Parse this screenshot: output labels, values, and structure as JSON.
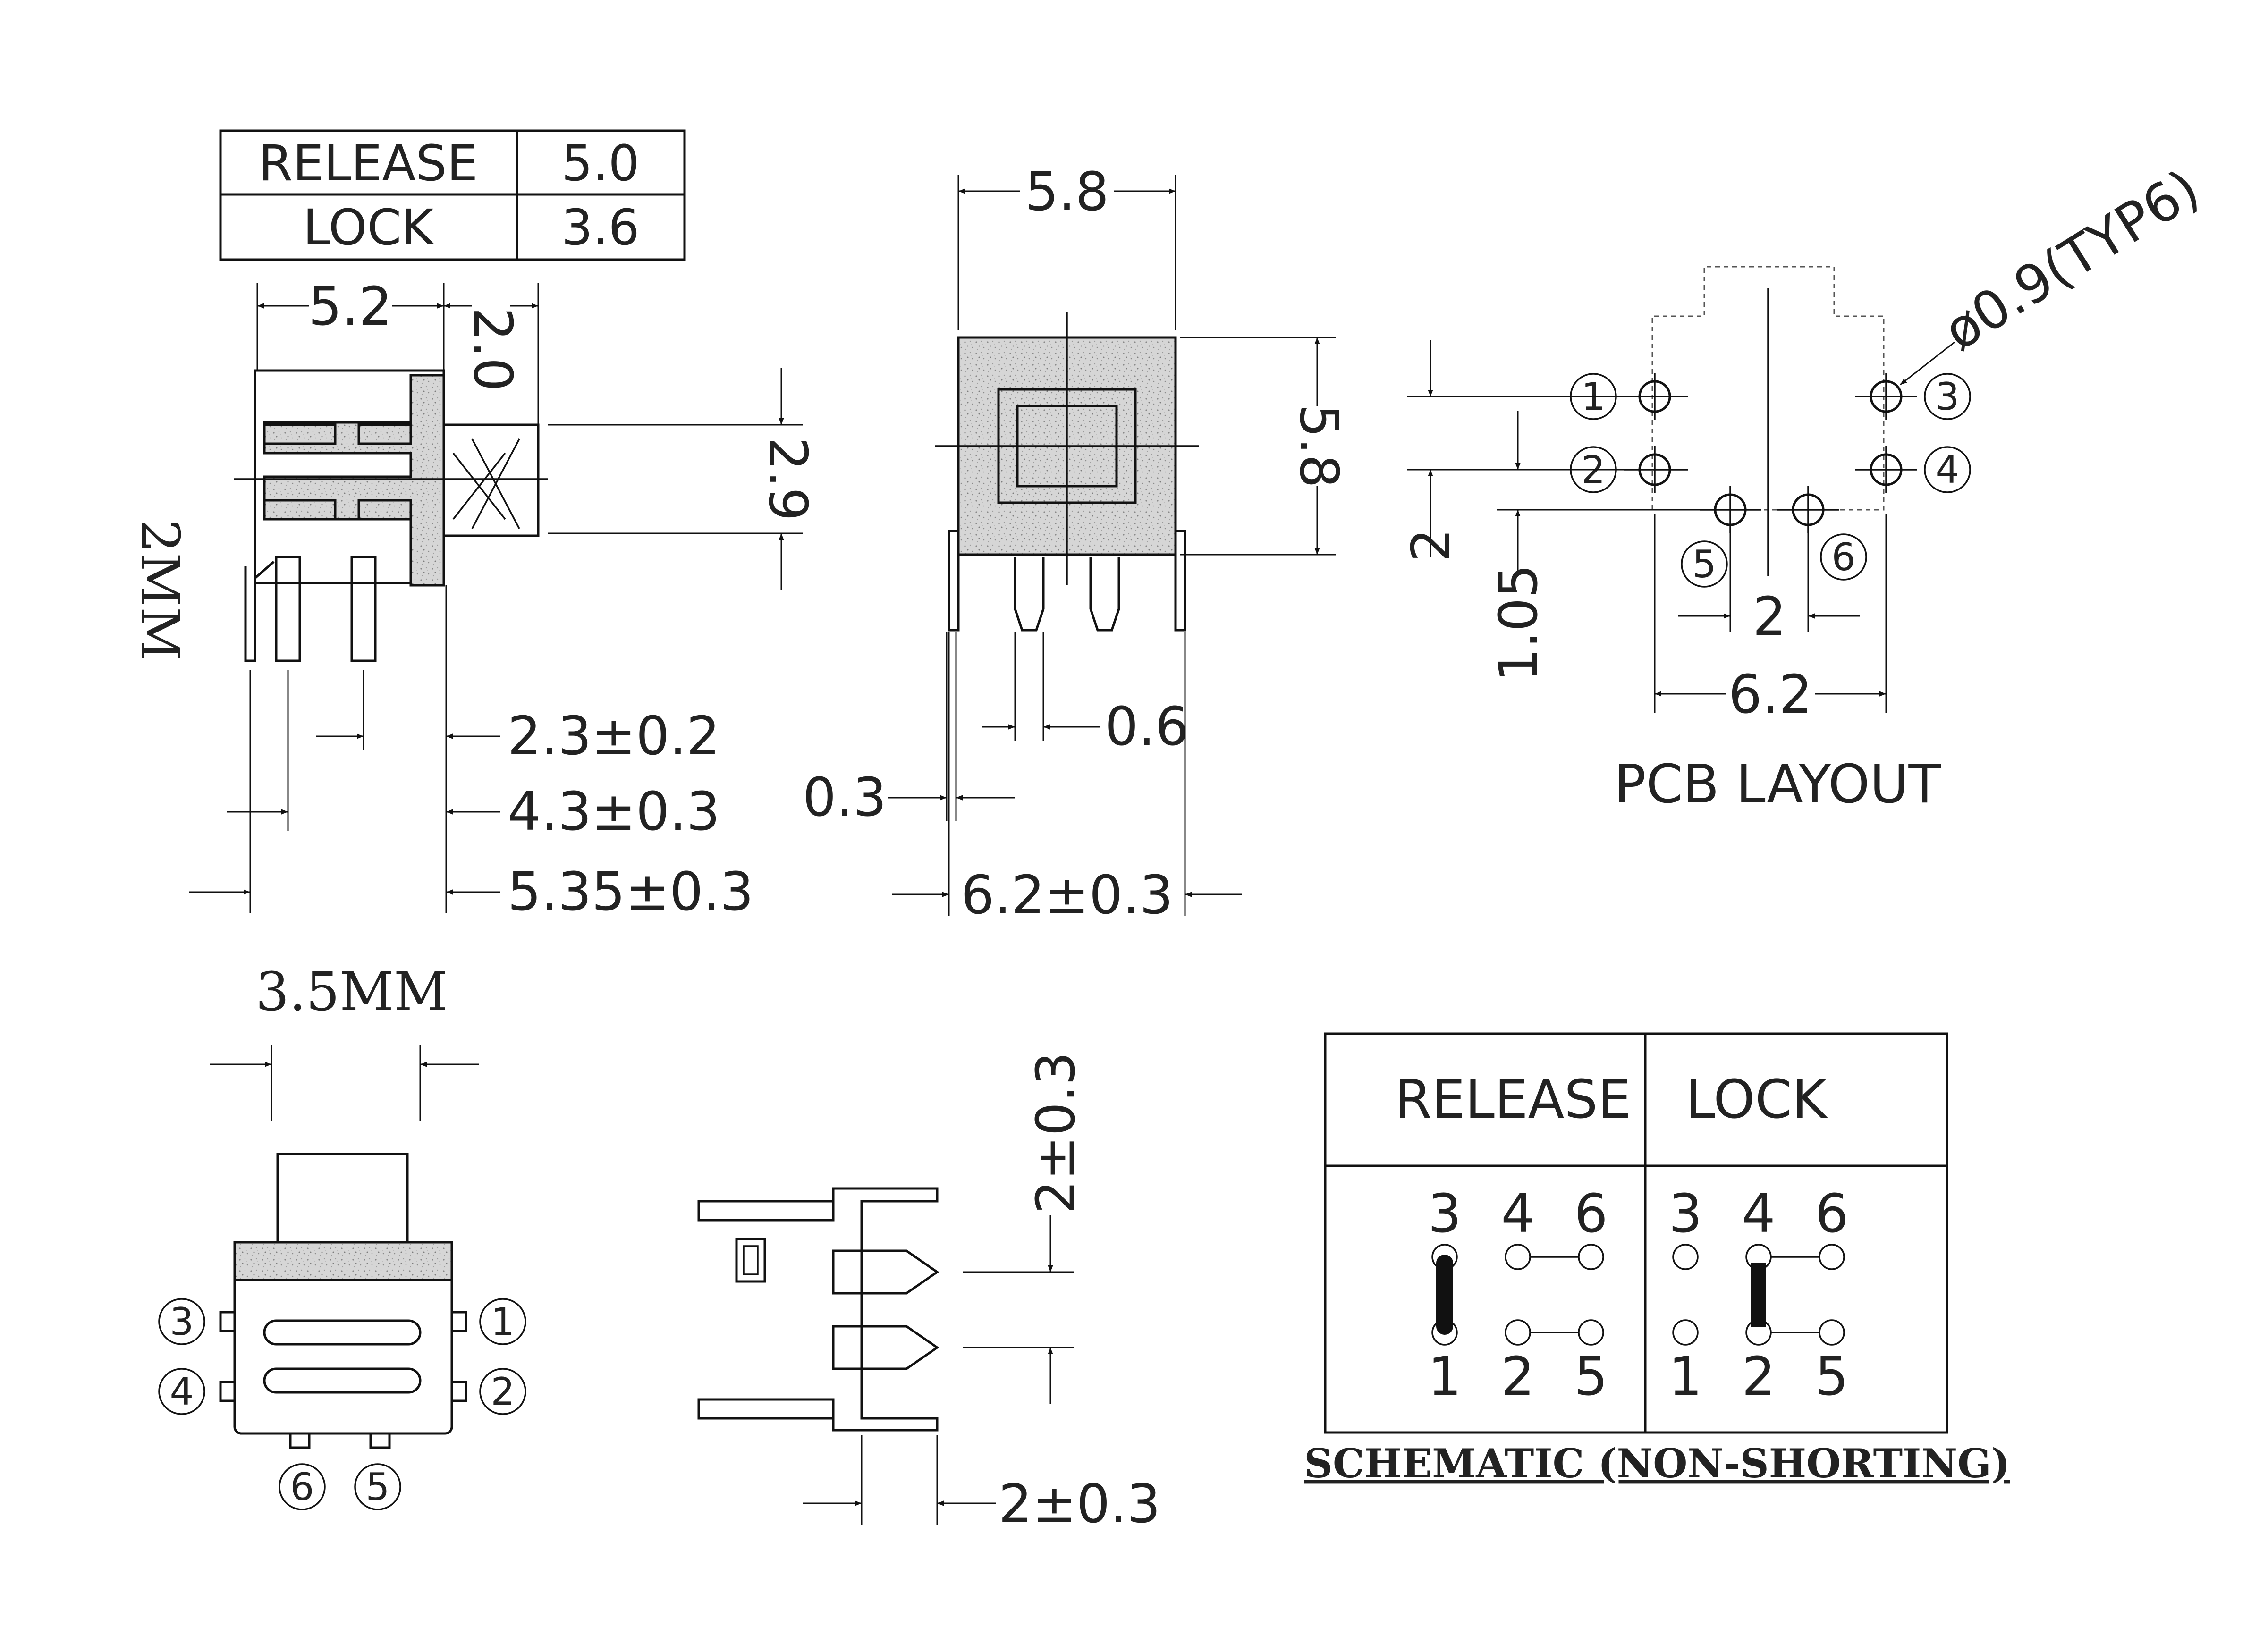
{
  "travel_table": {
    "rows": [
      {
        "label": "RELEASE",
        "value": "5.0"
      },
      {
        "label": "LOCK",
        "value": "3.6"
      }
    ]
  },
  "side_view": {
    "dims": {
      "d_5_2": "5.2",
      "d_2_0": "2.0",
      "d_2_9": "2.9",
      "d_2mm": "2MM",
      "d_2_3": "2.3±0.2",
      "d_4_3": "4.3±0.3",
      "d_5_35": "5.35±0.3"
    }
  },
  "front_view": {
    "dims": {
      "d_5_8_top": "5.8",
      "d_5_8_right": "5.8",
      "d_0_6": "0.6",
      "d_0_3": "0.3",
      "d_6_2": "6.2±0.3"
    }
  },
  "pcb_layout": {
    "title": "PCB LAYOUT",
    "hole_note": "ø0.9(TYP6)",
    "pins": [
      "1",
      "2",
      "3",
      "4",
      "5",
      "6"
    ],
    "dims": {
      "d_2_vertical": "2",
      "d_1_05": "1.05",
      "d_2_horizontal": "2",
      "d_6_2": "6.2"
    }
  },
  "bottom_view": {
    "dim_label": "3.5MM",
    "pins": [
      "3",
      "1",
      "4",
      "2",
      "6",
      "5"
    ]
  },
  "pin_side_view": {
    "dims": {
      "d_2_vert": "2±0.3",
      "d_2_horiz": "2±0.3"
    }
  },
  "schematic": {
    "caption": "SCHEMATIC (NON-SHORTING)",
    "columns": [
      "RELEASE",
      "LOCK"
    ],
    "top_pins": [
      "3",
      "4",
      "6"
    ],
    "bottom_pins": [
      "1",
      "2",
      "5"
    ]
  }
}
